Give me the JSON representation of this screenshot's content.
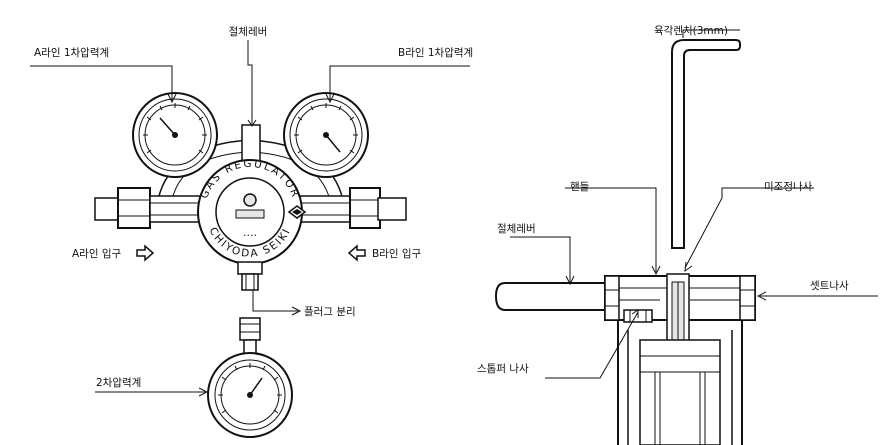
{
  "labels": {
    "cutoff_lever_top": "절체레버",
    "a_line_gauge": "A라인 1차압력계",
    "b_line_gauge": "B라인 1차압력계",
    "a_line_inlet": "A라인 입구",
    "b_line_inlet": "B라인 입구",
    "plug_separation": "플러그 분리",
    "secondary_gauge": "2차압력계",
    "hex_wrench": "육각렌치(3mm)",
    "handle": "핸들",
    "fine_adjust_screw": "미조정나사",
    "cutoff_lever_right": "절체레버",
    "set_screw": "셋트나사",
    "stopper_screw": "스톱퍼 나사"
  },
  "body_markings": {
    "ring_top": "GAS REGULATOR",
    "ring_bottom": "CHIYODA SEIKI"
  }
}
